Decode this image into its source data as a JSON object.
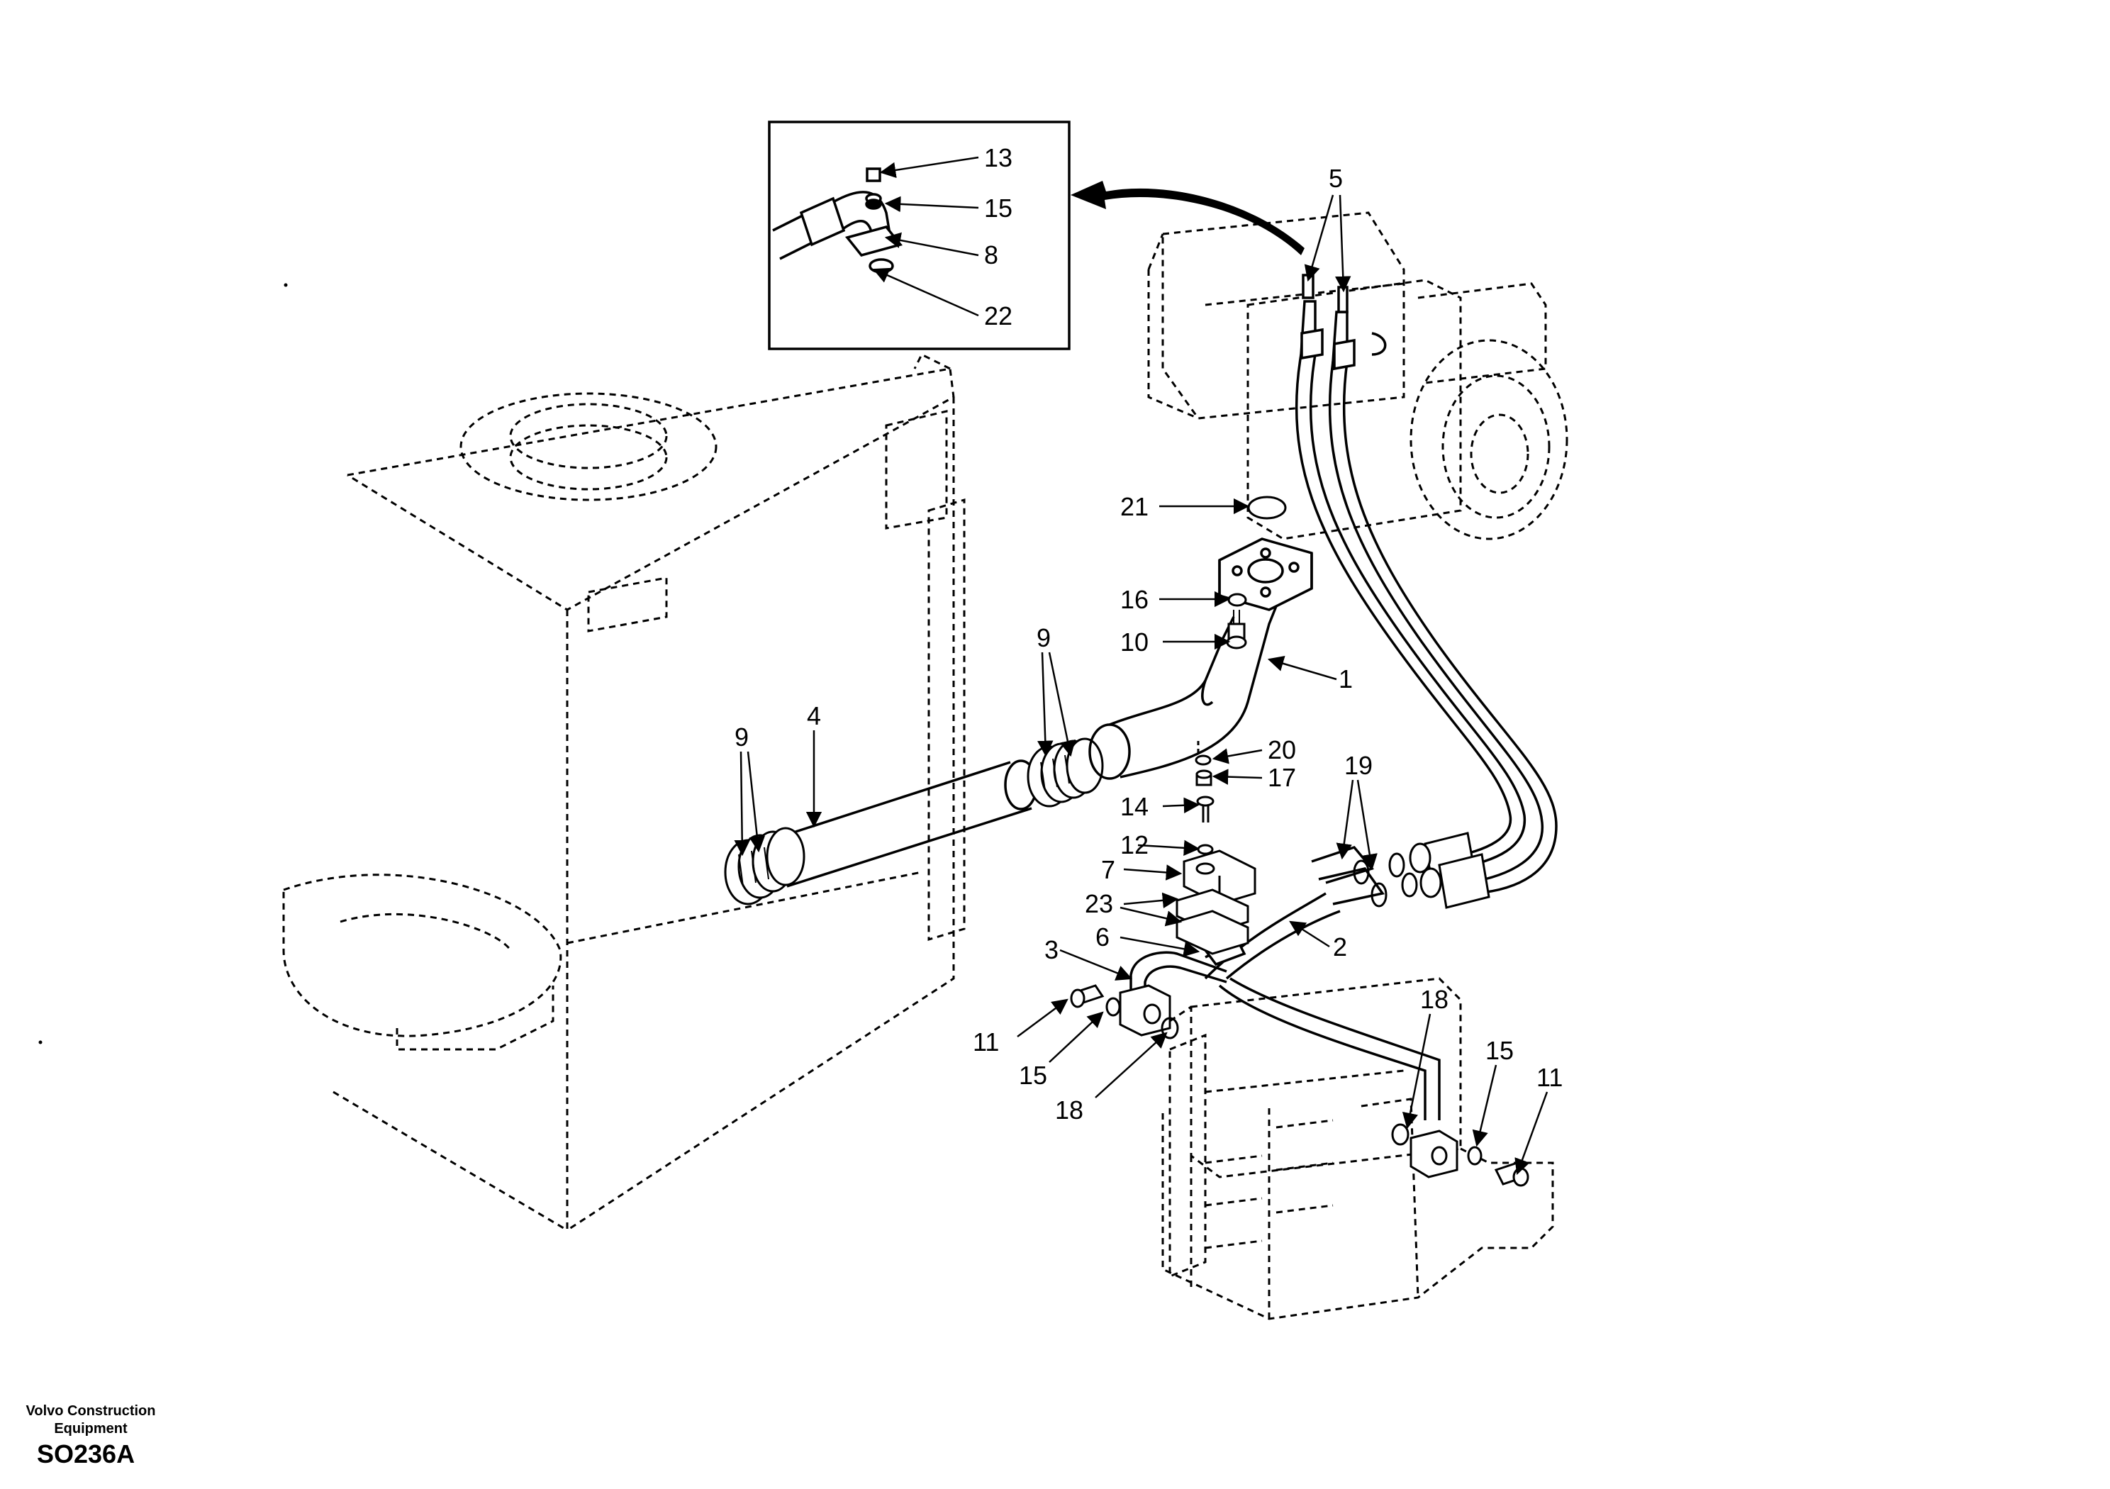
{
  "drawing": {
    "company": "Volvo Construction\nEquipment",
    "code": "SO236A"
  },
  "callouts": [
    "13",
    "15",
    "8",
    "22",
    "5",
    "21",
    "16",
    "10",
    "1",
    "9",
    "9",
    "4",
    "20",
    "17",
    "19",
    "14",
    "12",
    "7",
    "23",
    "6",
    "3",
    "2",
    "11",
    "15",
    "18",
    "18",
    "15",
    "11"
  ]
}
